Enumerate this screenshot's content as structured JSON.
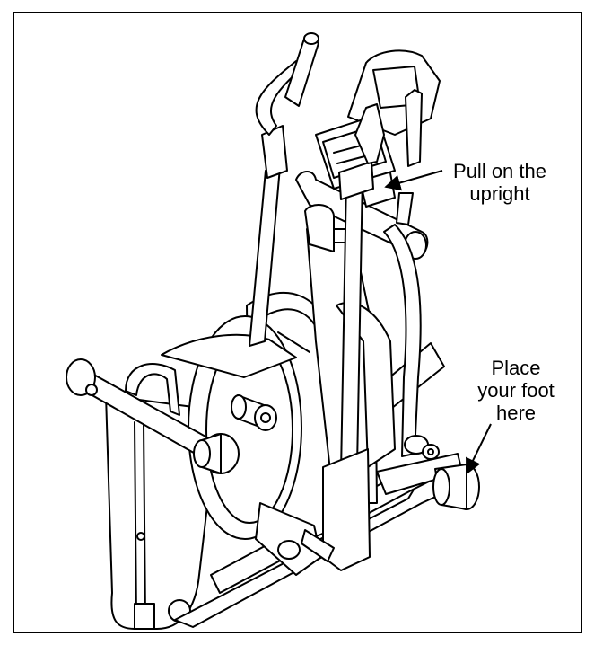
{
  "callouts": {
    "upright": {
      "line1": "Pull on the",
      "line2": "upright"
    },
    "foot": {
      "line1": "Place",
      "line2": "your foot",
      "line3": "here"
    }
  },
  "icons": {
    "machine": "elliptical-trainer-line-art",
    "arrow": "pointer-arrow"
  }
}
